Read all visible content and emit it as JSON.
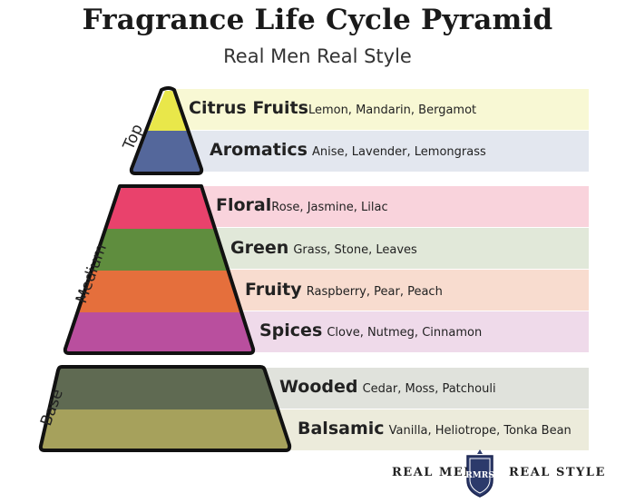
{
  "header": {
    "title": "Fragrance Life Cycle Pyramid",
    "subtitle": "Real Men Real Style"
  },
  "tiers": {
    "top": "Top",
    "medium": "Medium",
    "base": "Base"
  },
  "layers": [
    {
      "name": "Citrus Fruits",
      "examples": "Lemon, Mandarin, Bergamot",
      "color": "#e9e74a",
      "band": "#f8f8d4"
    },
    {
      "name": "Aromatics",
      "examples": "Anise, Lavender, Lemongrass",
      "color": "#54679b",
      "band": "#e3e7ef"
    },
    {
      "name": "Floral",
      "examples": "Rose, Jasmine, Lilac",
      "color": "#e9426c",
      "band": "#f9d3dc"
    },
    {
      "name": "Green",
      "examples": "Grass, Stone, Leaves",
      "color": "#5f8d3e",
      "band": "#e1e8d9"
    },
    {
      "name": "Fruity",
      "examples": "Raspberry, Pear, Peach",
      "color": "#e56f3c",
      "band": "#f8dccf"
    },
    {
      "name": "Spices",
      "examples": "Clove, Nutmeg, Cinnamon",
      "color": "#b94f9e",
      "band": "#efdaea"
    },
    {
      "name": "Wooded",
      "examples": "Cedar, Moss, Patchouli",
      "color": "#5f6a52",
      "band": "#e0e2dc"
    },
    {
      "name": "Balsamic",
      "examples": "Vanilla, Heliotrope, Tonka Bean",
      "color": "#a6a15c",
      "band": "#ecebdb"
    }
  ],
  "footer": {
    "left": "REAL MEN",
    "right": "REAL STYLE",
    "logo_text": "RMRS"
  }
}
